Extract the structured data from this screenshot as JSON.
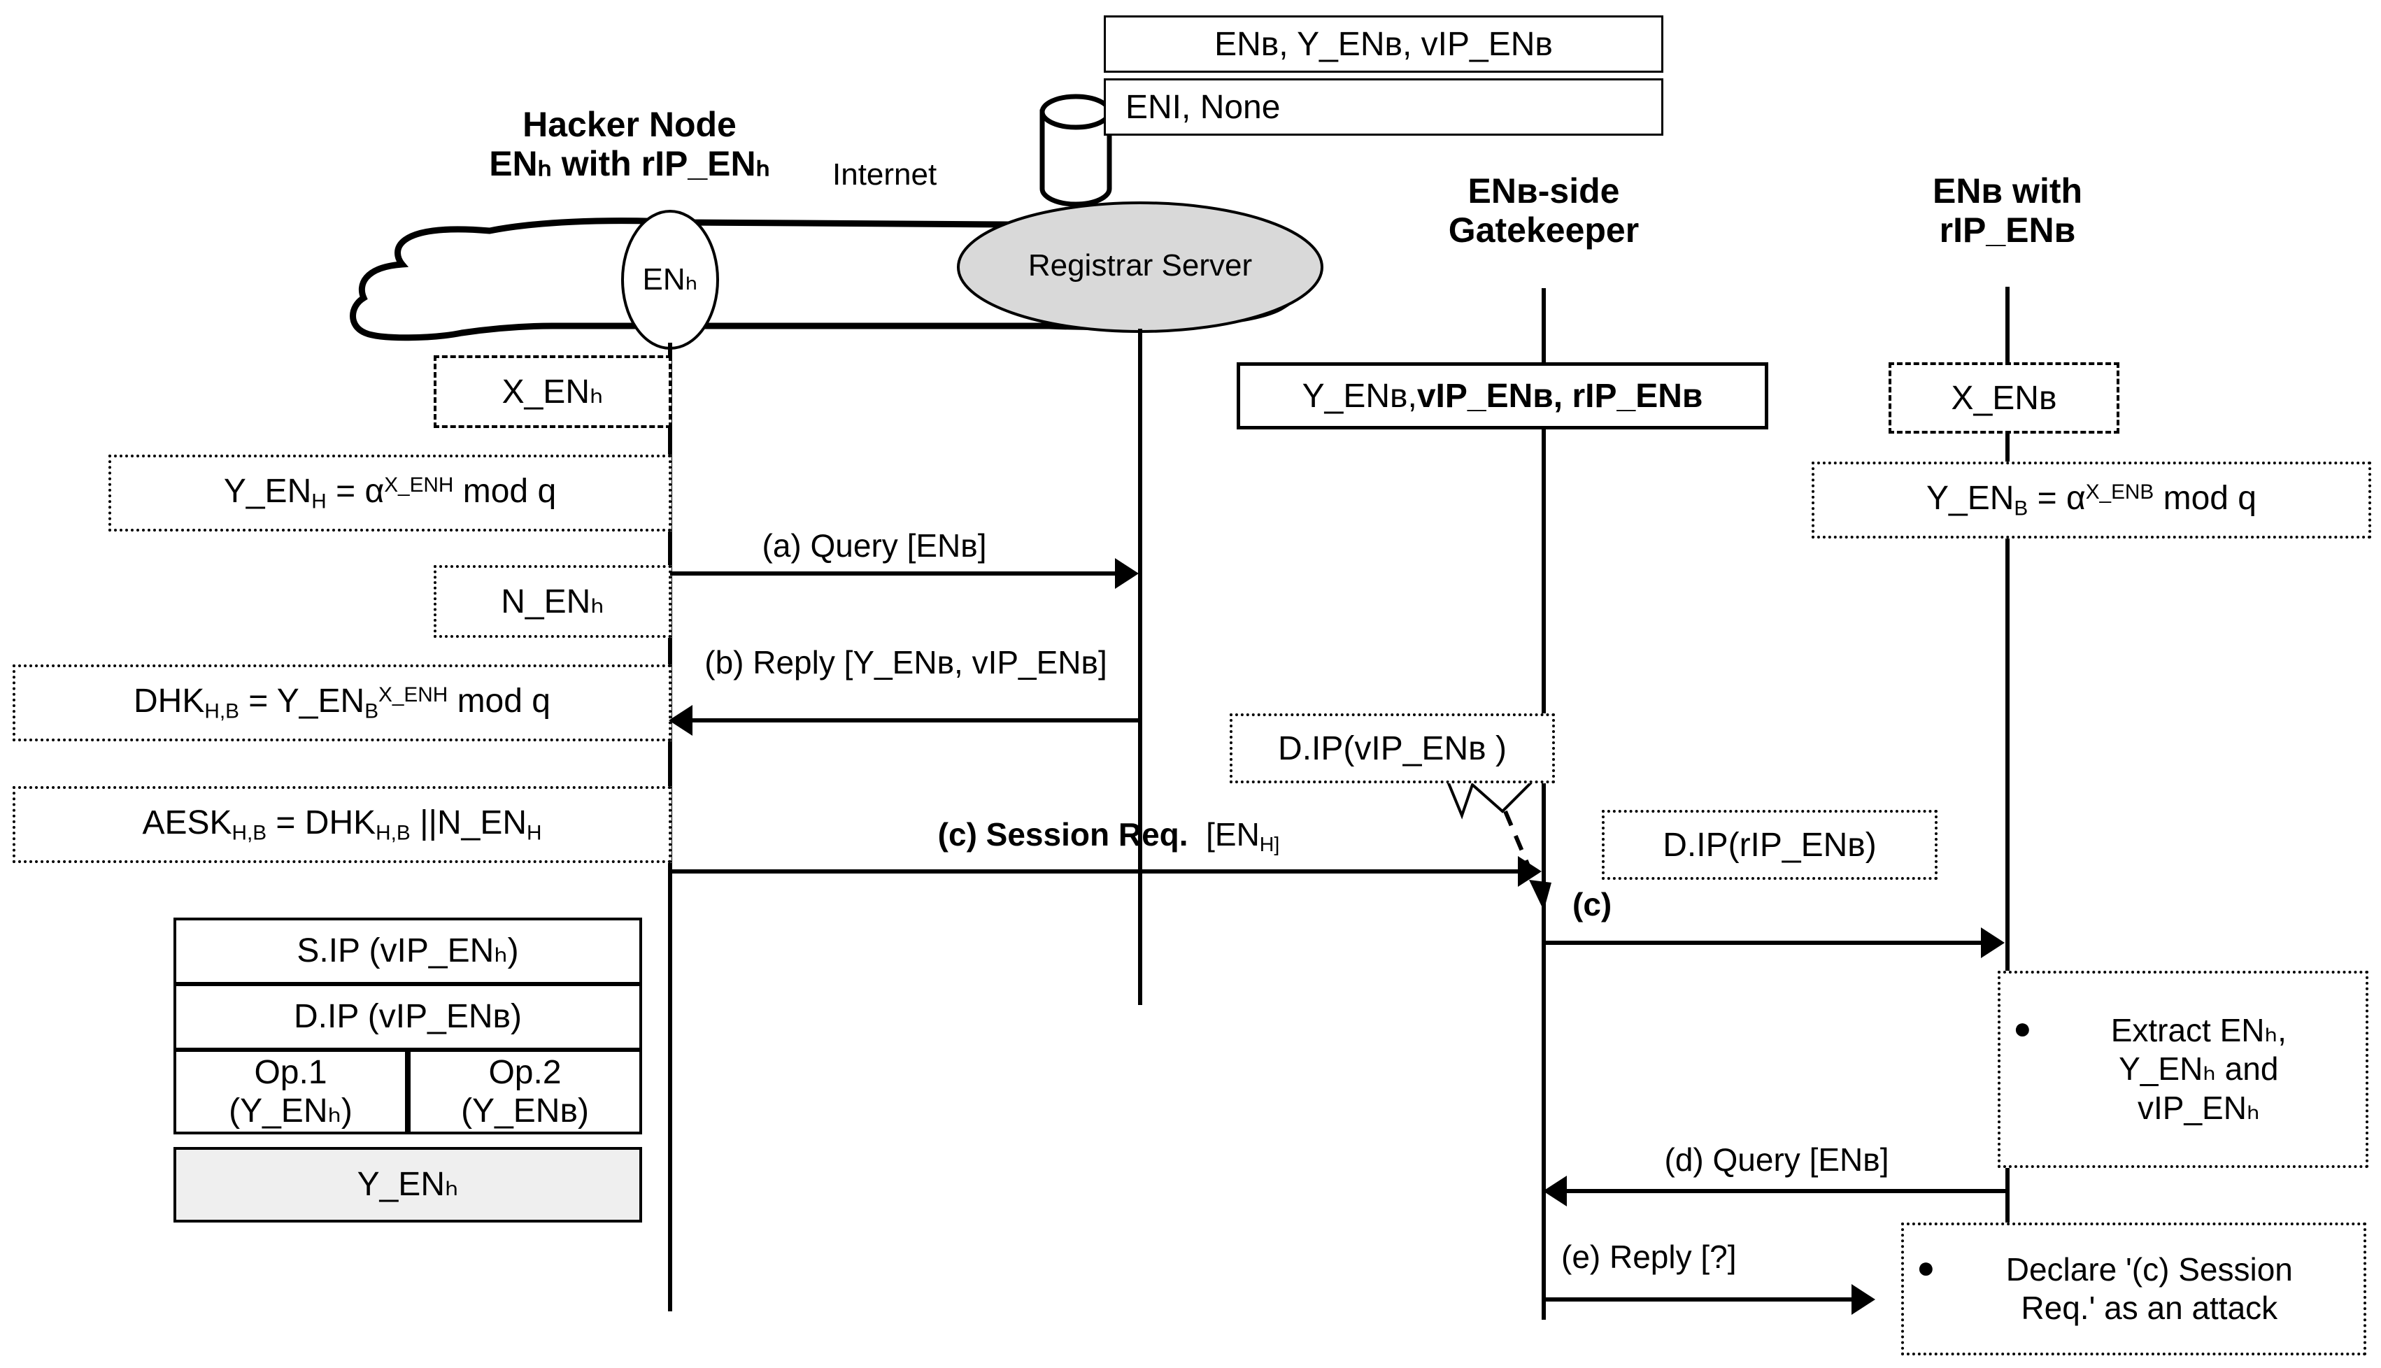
{
  "headers": {
    "hacker_node_line1": "Hacker Node",
    "hacker_node_line2": "ENₕ with rIP_ENₕ",
    "internet": "Internet",
    "registrar_server": "Registrar Server",
    "en_h_circle": "ENₕ",
    "gatekeeper_line1": "ENʙ-side",
    "gatekeeper_line2": "Gatekeeper",
    "en_b_line1": "ENʙ with",
    "en_b_line2": "rIP_ENʙ"
  },
  "registrar_db": {
    "row1": "ENʙ, Y_ENʙ, vIP_ENʙ",
    "row2": "ENΙ, None"
  },
  "gatekeeper_store": {
    "plain": "Y_ENʙ, ",
    "bold": "vIP_ENʙ, rIP_ENʙ"
  },
  "hacker_steps": {
    "x_en_h": "X_ENₕ",
    "y_en_h": "Y_ENₕ = α^X_ENH mod q",
    "n_en_h": "N_ENₕ",
    "dhk": "DHKₕ,ʙ = Y_ENʙ^X_ENH mod q",
    "aesk": "AESKₕ,ʙ = DHKₕ,ʙ ||N_ENₕ"
  },
  "en_b_steps": {
    "x_en_b": "X_ENʙ",
    "y_en_b": "Y_ENʙ = α^X_ENB mod q"
  },
  "messages": {
    "a": "(a)  Query  [ENʙ]",
    "b": "(b) Reply [Y_ENʙ, vIP_ENʙ]",
    "c_session": "(c) Session Req.  [ENₕ]",
    "c_short": "(c)",
    "d": "(d)  Query  [ENʙ]",
    "e": "(e) Reply [?]"
  },
  "translation": {
    "from": "D.IP(vIP_ENʙ )",
    "to": "D.IP(rIP_ENʙ)"
  },
  "packet": {
    "sip": "S.IP (vIP_ENₕ)",
    "dip": "D.IP (vIP_ENʙ)",
    "op1_line1": "Op.1",
    "op1_line2": "(Y_ENₕ)",
    "op2_line1": "Op.2",
    "op2_line2": "(Y_ENʙ)",
    "payload": "Y_ENₕ"
  },
  "notes": {
    "extract_bullet": "●",
    "extract_line1": "Extract ENₕ,",
    "extract_line2": "Y_ENₕ  and",
    "extract_line3": "vIP_ENₕ",
    "declare_bullet": "●",
    "declare_line1": "Declare '(c) Session",
    "declare_line2": "Req.' as an attack"
  },
  "colors": {
    "stroke": "#000000",
    "registrar_fill": "#d9d9d9",
    "payload_fill": "#efefef"
  }
}
